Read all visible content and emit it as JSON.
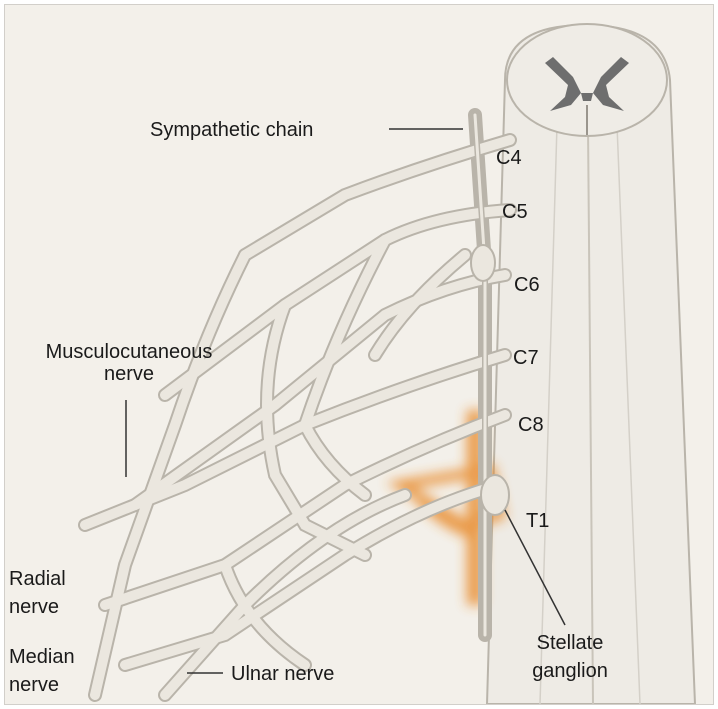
{
  "labels": {
    "sympathetic_chain": "Sympathetic chain",
    "c4": "C4",
    "c5": "C5",
    "c6": "C6",
    "c7": "C7",
    "c8": "C8",
    "t1": "T1",
    "musculocutaneous_line1": "Musculocutaneous",
    "musculocutaneous_line2": "nerve",
    "radial_line1": "Radial",
    "radial_line2": "nerve",
    "median_line1": "Median",
    "median_line2": "nerve",
    "ulnar": "Ulnar nerve",
    "stellate_line1": "Stellate",
    "stellate_line2": "ganglion"
  },
  "colors": {
    "background": "#f3f0ea",
    "nerve_fill": "#ebe7df",
    "nerve_outline": "#b9b4aa",
    "cord_fill": "#eeebe5",
    "gray_matter": "#6e6e6e",
    "highlight_glow": "#e88a2c",
    "leader_line": "#333333"
  }
}
